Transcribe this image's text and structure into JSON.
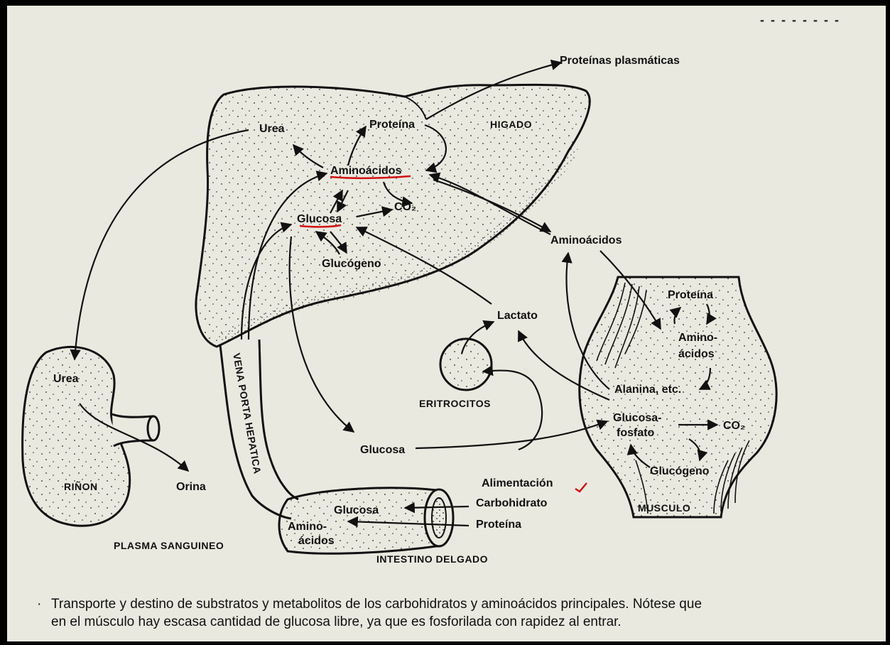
{
  "labels": {
    "proteinas_plasmaticas": "Proteínas plasmáticas",
    "higado": "HIGADO",
    "urea_liver": "Urea",
    "proteina_liver": "Proteína",
    "aminoacidos_liver": "Aminoácidos",
    "co2_liver": "CO₂",
    "glucosa_liver": "Glucosa",
    "glucogeno_liver": "Glucógeno",
    "aminoacidos_blood": "Aminoácidos",
    "lactato": "Lactato",
    "eritrocitos": "ERITROCITOS",
    "glucosa_blood": "Glucosa",
    "urea_kidney": "Urea",
    "rinon": "RIÑON",
    "orina": "Orina",
    "vena_porta": "VENA PORTA HEPATICA",
    "plasma_sanguineo": "PLASMA SANGUINEO",
    "glucosa_intestine": "Glucosa",
    "aminoacidos_intestine_1": "Amino-",
    "aminoacidos_intestine_2": "ácidos",
    "intestino_delgado": "INTESTINO DELGADO",
    "alimentacion": "Alimentación",
    "carbohidrato": "Carbohidrato",
    "proteina_food": "Proteína",
    "proteina_muscle": "Proteína",
    "aminoacidos_muscle_1": "Amino-",
    "aminoacidos_muscle_2": "ácidos",
    "alanina": "Alanina, etc.",
    "glucosa_fosfato_1": "Glucosa-",
    "glucosa_fosfato_2": "fosfato",
    "co2_muscle": "CO₂",
    "glucogeno_muscle": "Glucógeno",
    "musculo": "MUSCULO"
  },
  "caption": {
    "bullet": "·",
    "line1": "Transporte y destino de substratos y metabolitos de los carbohidratos y aminoácidos principales. Nótese que",
    "line2": "en el músculo hay escasa cantidad de glucosa libre, ya que es fosforilada con rapidez al entrar."
  },
  "colors": {
    "paper": "#e9e9e0",
    "ink": "#111111",
    "underline": "#d21010"
  }
}
